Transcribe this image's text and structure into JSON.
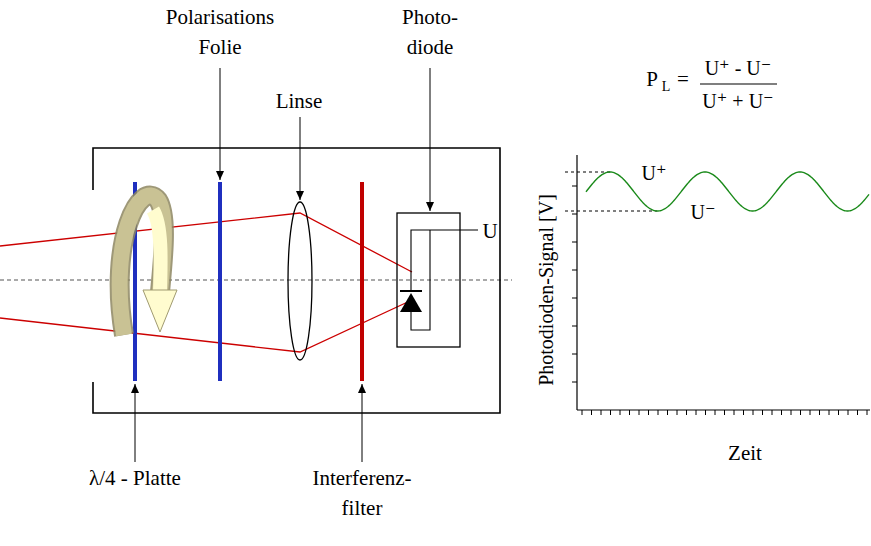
{
  "diagram": {
    "labels": [
      "Polarisations Folie",
      "Photo- diode",
      "Linse",
      "U",
      "λ/4 - Platte",
      "Interferenz- filter",
      "P",
      "L",
      "=",
      "U⁺ - U⁻",
      "U⁺ + U⁻",
      "U⁺",
      "U⁻",
      "Photodioden-Signal [V]",
      "Zeit"
    ]
  }
}
